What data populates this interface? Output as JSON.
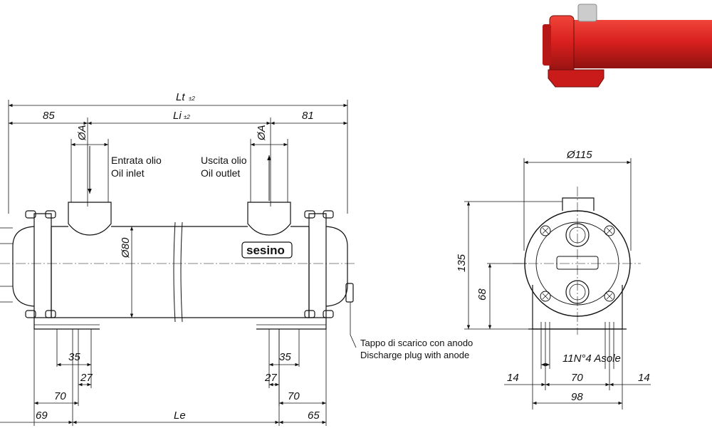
{
  "dimensions": {
    "lt": "Lt",
    "lt_tol": "±2",
    "li": "Li",
    "li_tol": "±2",
    "left_head": "85",
    "right_head": "81",
    "phi_a_in": "ØA",
    "phi_a_out": "ØA",
    "phi80": "Ø80",
    "foot_hole_l": "35",
    "foot_hole_r": "35",
    "foot_27_l": "27",
    "foot_27_r": "27",
    "foot_70_l": "70",
    "foot_70_r": "70",
    "bottom_69": "69",
    "le": "Le",
    "bottom_65": "65",
    "phi115": "Ø115",
    "h135": "135",
    "h68": "68",
    "slots": "11N°4 Asole",
    "w14_l": "14",
    "w70": "70",
    "w14_r": "14",
    "w98": "98"
  },
  "labels": {
    "inlet_it": "Entrata olio",
    "inlet_en": "Oil inlet",
    "outlet_it": "Uscita olio",
    "outlet_en": "Oil outlet",
    "drain_it": "Tappo di scarico con anodo",
    "drain_en": "Discharge plug with anode"
  },
  "brand": {
    "name": "sesino"
  },
  "colors": {
    "product_red": "#d9201e",
    "line": "#111111"
  }
}
